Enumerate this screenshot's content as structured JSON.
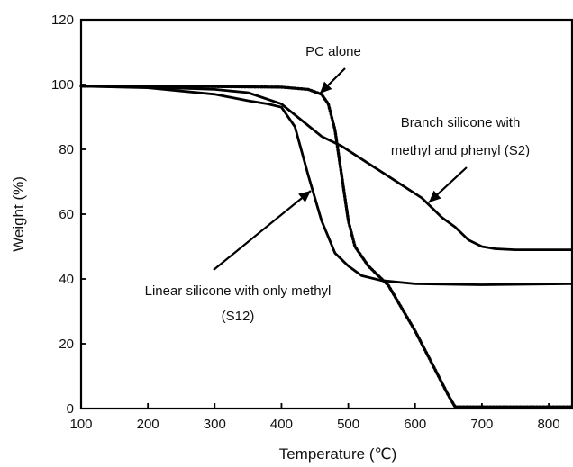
{
  "chart_data": {
    "type": "line",
    "xlabel": "Temperature (℃)",
    "ylabel": "Weight (%)",
    "xlim": [
      100,
      835
    ],
    "ylim": [
      0,
      120
    ],
    "xticks": [
      100,
      200,
      300,
      400,
      500,
      600,
      700,
      800
    ],
    "yticks": [
      0,
      20,
      40,
      60,
      80,
      100,
      120
    ],
    "grid": false,
    "series": [
      {
        "name": "PC alone",
        "style": "dotted",
        "x": [
          100,
          200,
          300,
          400,
          440,
          460,
          470,
          480,
          490,
          500,
          510,
          530,
          560,
          600,
          630,
          650,
          660,
          700,
          800,
          835
        ],
        "y": [
          99.5,
          99.5,
          99.4,
          99.2,
          98.5,
          97,
          94,
          86,
          72,
          58,
          50,
          44,
          38,
          24,
          12,
          4,
          0.5,
          0.5,
          0.5,
          0.5
        ]
      },
      {
        "name": "Branch silicone with methyl and phenyl (S2)",
        "style": "solid",
        "x": [
          100,
          200,
          300,
          350,
          400,
          430,
          460,
          490,
          520,
          550,
          580,
          610,
          640,
          660,
          680,
          700,
          720,
          750,
          800,
          835
        ],
        "y": [
          99.5,
          99.2,
          98.5,
          97.5,
          94,
          89,
          84,
          81,
          77,
          73,
          69,
          65,
          59,
          56,
          52,
          50,
          49.3,
          49,
          49,
          49
        ]
      },
      {
        "name": "Linear silicone with only methyl (S12)",
        "style": "solid",
        "x": [
          100,
          200,
          300,
          350,
          380,
          400,
          420,
          440,
          460,
          480,
          500,
          520,
          550,
          600,
          700,
          835
        ],
        "y": [
          99.5,
          99,
          97,
          95,
          94,
          93,
          87,
          72,
          58,
          48,
          44,
          41,
          39.5,
          38.5,
          38.2,
          38.5
        ]
      }
    ],
    "annotations": [
      {
        "lines": [
          "PC alone"
        ]
      },
      {
        "lines": [
          "Branch silicone with",
          "methyl and phenyl (S2)"
        ]
      },
      {
        "lines": [
          "Linear silicone with only methyl",
          "(S12)"
        ]
      }
    ]
  }
}
